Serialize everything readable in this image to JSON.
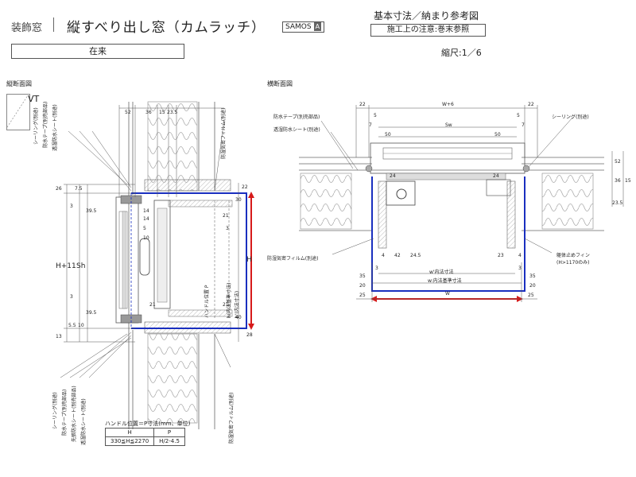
{
  "header": {
    "category": "装飾窓",
    "title": "縦すべり出し窓（カムラッチ）",
    "badge_text": "SAMOS",
    "badge_box": "A",
    "right_title": "基本寸法／納まり参考図",
    "note": "施工上の注意:巻末参照",
    "scale": "縮尺:1／6",
    "variant": "在来"
  },
  "left_view": {
    "label": "縦断面図",
    "legend_label": "VT",
    "dims_top": [
      "52",
      "36",
      "15",
      "23.5"
    ],
    "dims_left": [
      "26",
      "7.5",
      "3",
      "39.5",
      "H+11",
      "Sh",
      "39.5",
      "5.5",
      "10",
      "13",
      "3"
    ],
    "dims_right": [
      "22",
      "30",
      "H",
      "40",
      "28",
      "21",
      "3",
      "21"
    ],
    "labels_vertical": [
      "シーリング(別途)",
      "防水テープ(別売部品)",
      "透湿防水シート(別途)",
      "防湿気密フィルム(別途)",
      "ハンドル位置 P",
      "h(内法基準寸法)",
      "h'(内法寸法)",
      "シーリング(別途)",
      "防水テープ(別売部品)",
      "先張防水シート(別売部品)",
      "透湿防水シート(別途)",
      "防湿気密フィルム(別途)"
    ],
    "dims_small": [
      "14",
      "14",
      "5",
      "10",
      "21"
    ]
  },
  "handle_table": {
    "caption": "ハンドル位置＝P寸法(mm、単位)",
    "headers": [
      "H",
      "P"
    ],
    "row": [
      "330≦H≦2270",
      "H/2-4.5"
    ]
  },
  "right_view": {
    "label": "横断面図",
    "dims_top": [
      "22",
      "W+6",
      "22",
      "5",
      "5",
      "7",
      "7",
      "Sw",
      "50",
      "50",
      "24",
      "24"
    ],
    "labels": [
      "防水テープ(別売部品)",
      "透湿防水シート(別途)",
      "シーリング(別途)",
      "防湿気密フィルム(別途)",
      "躯体止めフィン",
      "(H>1170のみ)"
    ],
    "dims_right": [
      "52",
      "36",
      "15",
      "23.5"
    ],
    "dims_bottom": [
      "4",
      "42",
      "24.5",
      "23",
      "4",
      "3",
      "3",
      "35",
      "35",
      "20",
      "20",
      "25",
      "25",
      "w'内法寸法",
      "w:内法基準寸法",
      "W"
    ]
  },
  "colors": {
    "highlight_blue": "#1a2fbf",
    "dim_red": "#d61a1a"
  }
}
